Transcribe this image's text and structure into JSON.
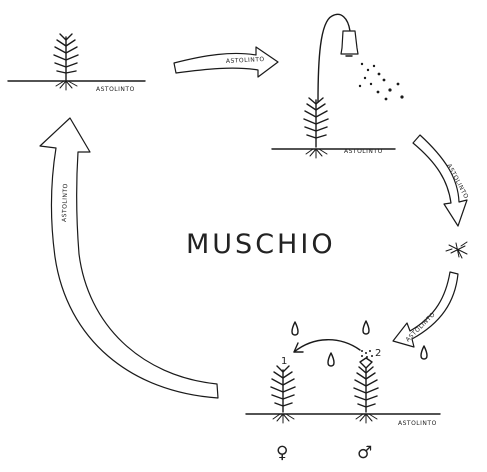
{
  "diagram": {
    "title": "MUSCHIO",
    "labels": {
      "plant_top_left": "ASTOLINTO",
      "plant_top_right": "ASTOLINTO",
      "plants_bottom": "ASTOLINTO",
      "female_number": "1",
      "male_number": "2",
      "female_symbol": "♀",
      "male_symbol": "♂"
    },
    "arrows": {
      "top_arrow": "ASTOLINTO",
      "right_arrow": "ASTOLINTO",
      "bottom_right_arrow": "ASTOLINTO",
      "left_arrow": "ASTOLINTO"
    }
  }
}
